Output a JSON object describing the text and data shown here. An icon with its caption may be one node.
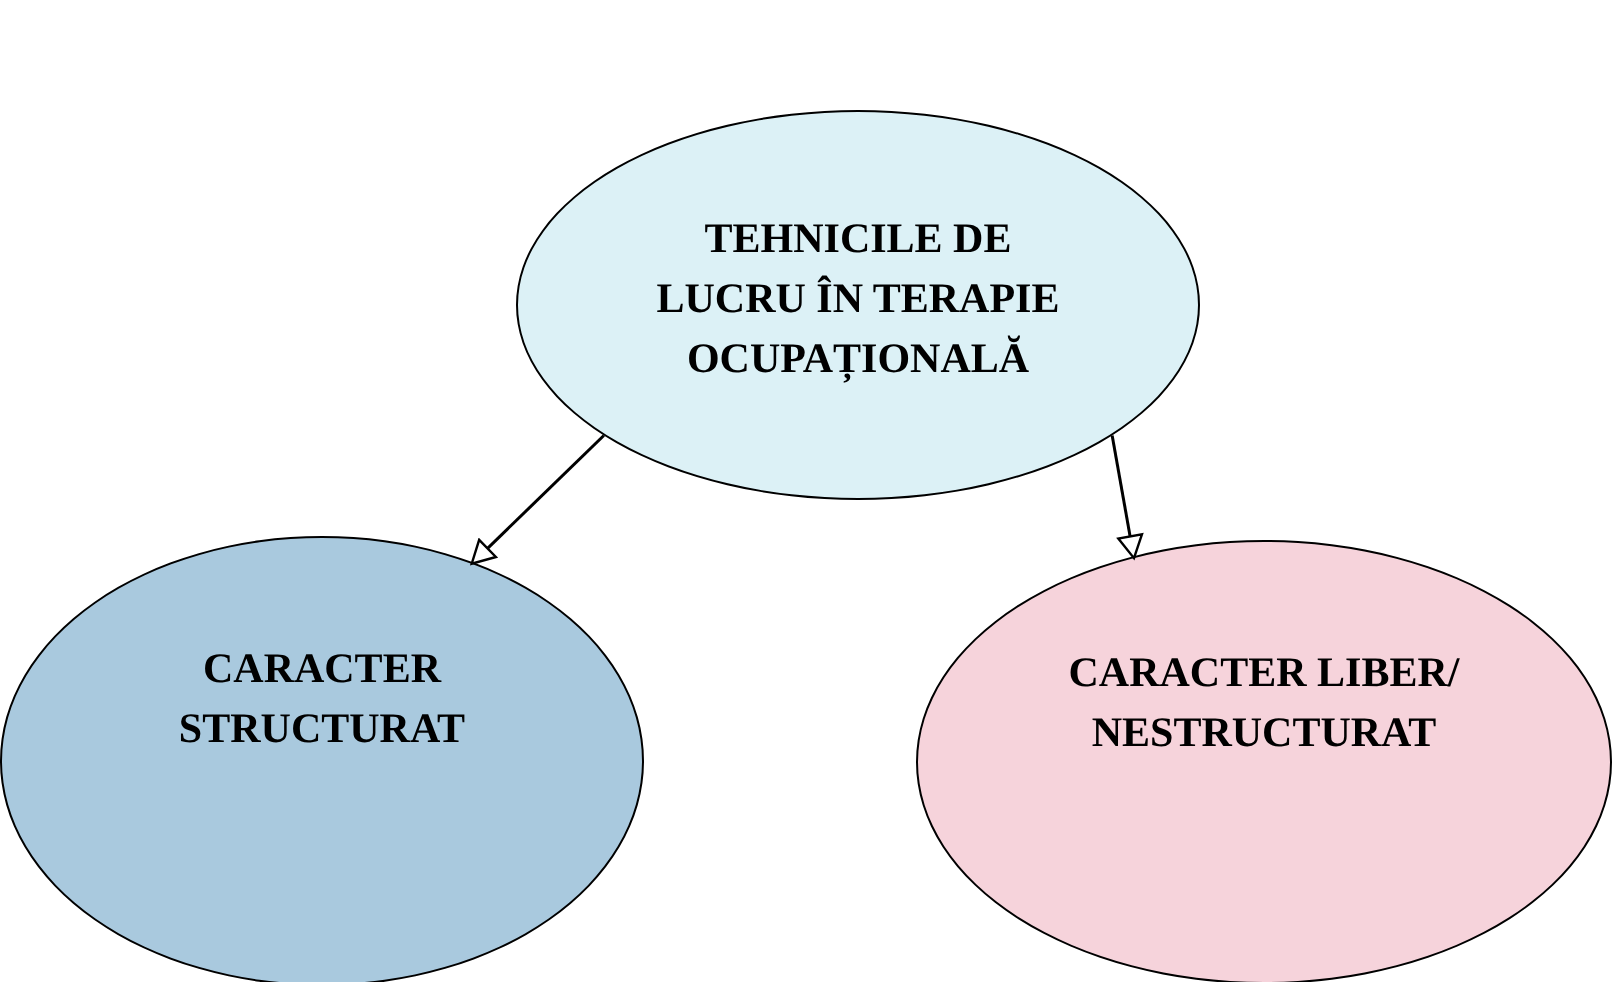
{
  "diagram": {
    "nodes": [
      {
        "text": [
          "TEHNICILE DE LUCRU ÎN TERAPIE OCUPAȚIONALĂ"
        ]
      },
      {
        "text": [
          "CARACTER STRUCTURAT"
        ]
      },
      {
        "text": [
          "CARACTER LIBER/ NESTRUCTURAT"
        ]
      }
    ],
    "edges": [
      {
        "from": 0,
        "to": 1,
        "arrow": "to"
      },
      {
        "from": 0,
        "to": 2,
        "arrow": "to"
      }
    ]
  }
}
